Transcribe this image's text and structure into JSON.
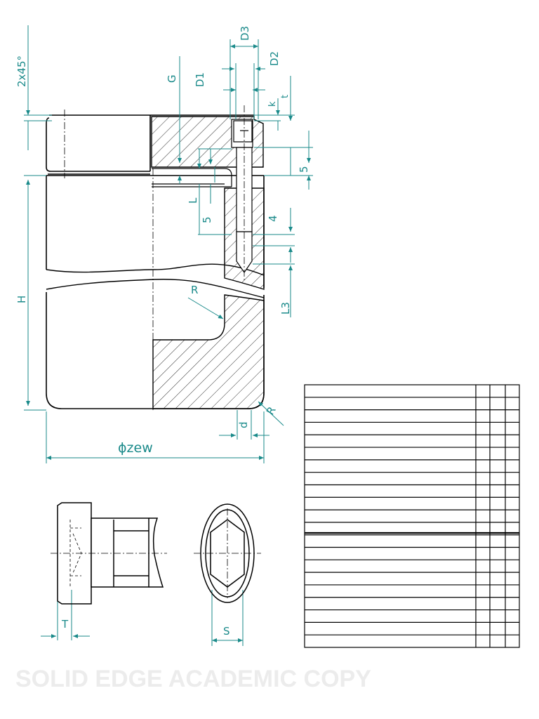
{
  "colors": {
    "line": "#000000",
    "dimension": "#1a8a8a",
    "background": "#ffffff",
    "watermark": "#ececec"
  },
  "dimensions": {
    "chamfer": "2x45°",
    "D3": "D3",
    "D2": "D2",
    "D1": "D1",
    "G": "G",
    "k": "k",
    "t": "t",
    "five_a": "5",
    "five_b": "5",
    "L": "L",
    "four": "4",
    "H": "H",
    "R_upper": "R",
    "R_lower": "R",
    "L3": "L3",
    "d": "d",
    "phi_zew": "ϕzew",
    "T": "T",
    "S": "S"
  },
  "watermark": "SOLID EDGE ACADEMIC COPY",
  "title_block": {
    "rows": 21,
    "columns": 4,
    "cells": []
  }
}
